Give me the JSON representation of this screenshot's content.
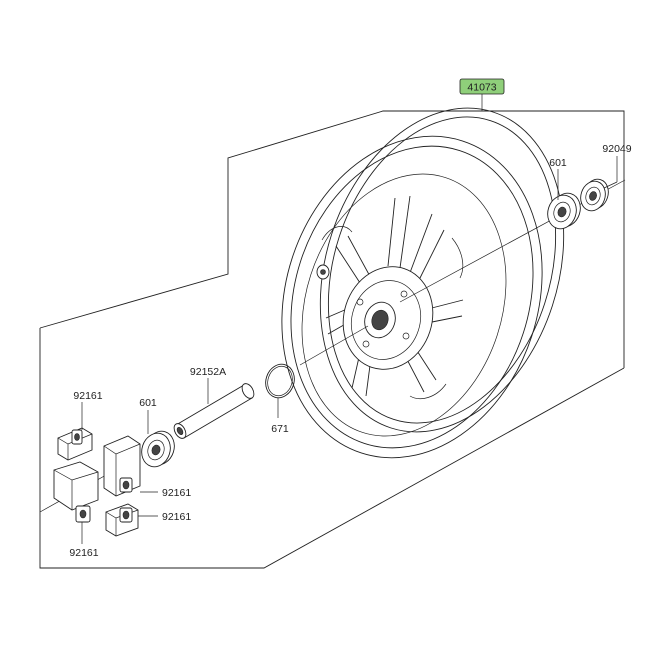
{
  "diagram": {
    "accent_color": "#8fcf7a",
    "parts": {
      "wheel": "41073",
      "right_seal": "92049",
      "right_bearing": "601",
      "left_bearing": "601",
      "spacer": "92152A",
      "o_ring": "671",
      "damper_top_left": "92161",
      "damper_mid_right": "92161",
      "damper_low_right": "92161",
      "damper_bottom_left": "92161"
    }
  }
}
